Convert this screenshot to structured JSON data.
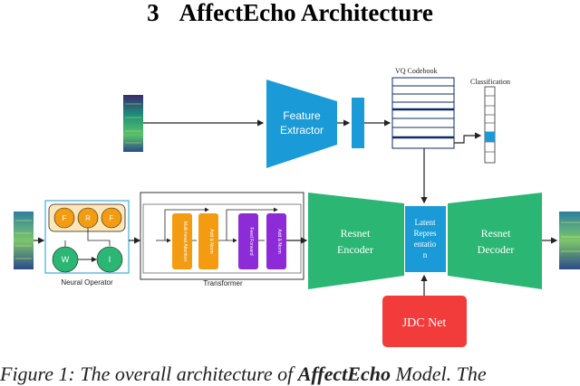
{
  "section": {
    "number": "3",
    "title": "AffectEcho Architecture"
  },
  "diagram": {
    "feature_extractor": [
      "Feature",
      "Extractor"
    ],
    "vq_codebook": "VQ Codebook",
    "classification": "Classification",
    "neural_operator": {
      "label": "Neural Operator",
      "top_nodes": [
        "F",
        "R",
        "F"
      ],
      "bottom_nodes": [
        "W",
        "I"
      ]
    },
    "transformer": {
      "label": "Transformer",
      "blocks": [
        "Multi-head Attention",
        "Add & Norm",
        "Feed Forward",
        "Add & Norm"
      ]
    },
    "resnet_encoder": [
      "Resnet",
      "Encoder"
    ],
    "latent_representation": [
      "Latent",
      "Repres",
      "entatio",
      "n"
    ],
    "resnet_decoder": [
      "Resnet",
      "Decoder"
    ],
    "jdc_net": "JDC Net"
  },
  "caption": {
    "prefix": "Figure 1: The overall architecture of ",
    "model": "AffectEcho",
    "suffix": " Model. The"
  },
  "colors": {
    "teal": "#1a9bd7",
    "green": "#2bb673",
    "orange": "#f39c12",
    "purple": "#8e2bd8",
    "red": "#f23b3b",
    "navy": "#0d2b6b"
  }
}
